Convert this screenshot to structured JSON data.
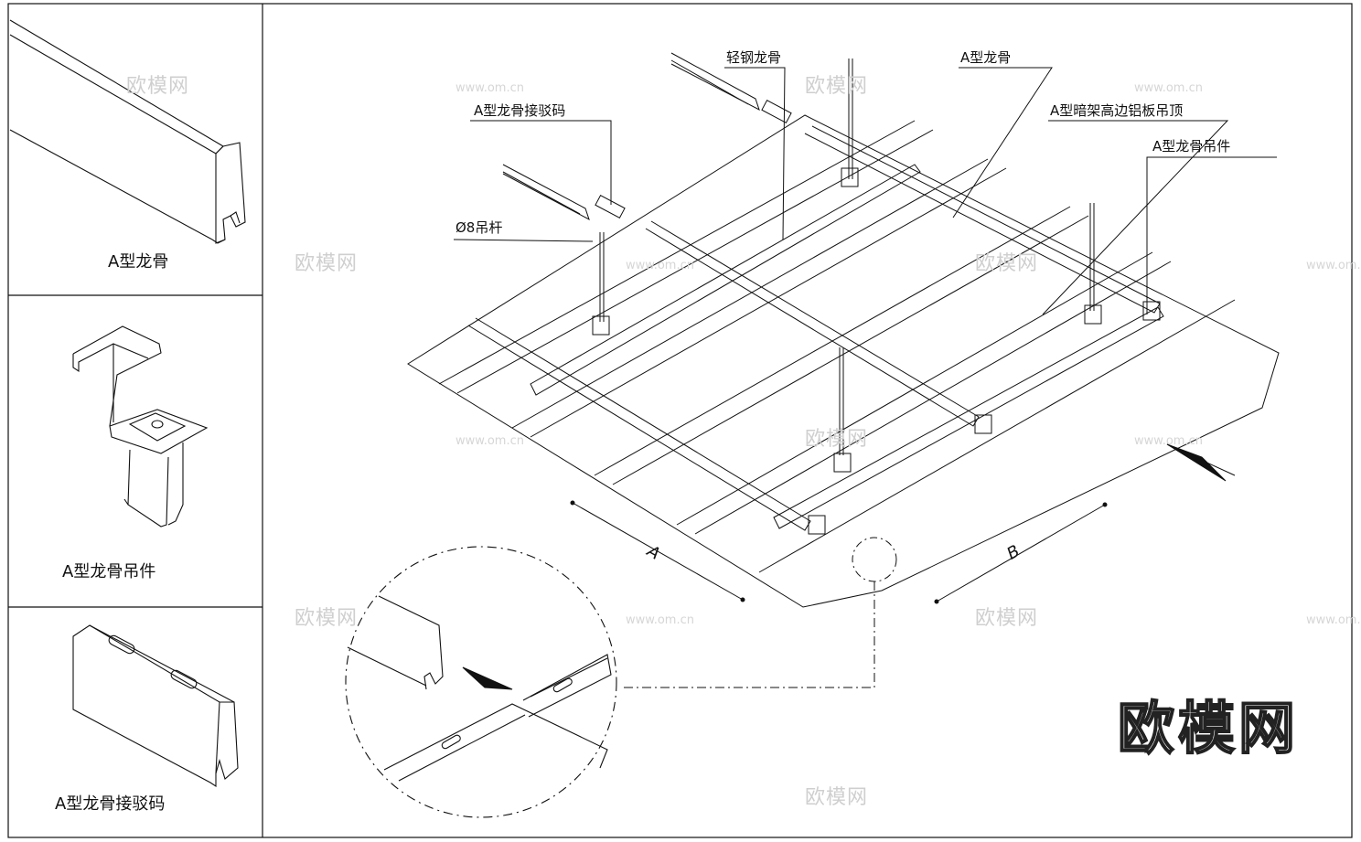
{
  "panels": {
    "keel": "A型龙骨",
    "hanger": "A型龙骨吊件",
    "connector": "A型龙骨接驳码"
  },
  "labels": {
    "light_steel_keel": "轻钢龙骨",
    "a_keel": "A型龙骨",
    "a_keel_connector": "A型龙骨接驳码",
    "ceiling_panel": "A型暗架高边铝板吊顶",
    "a_keel_hanger": "A型龙骨吊件",
    "rod": "Ø8吊杆"
  },
  "dimensions": {
    "a": "A",
    "b": "B"
  },
  "watermark": {
    "brand": "欧模网",
    "site": "www.om.cn"
  }
}
